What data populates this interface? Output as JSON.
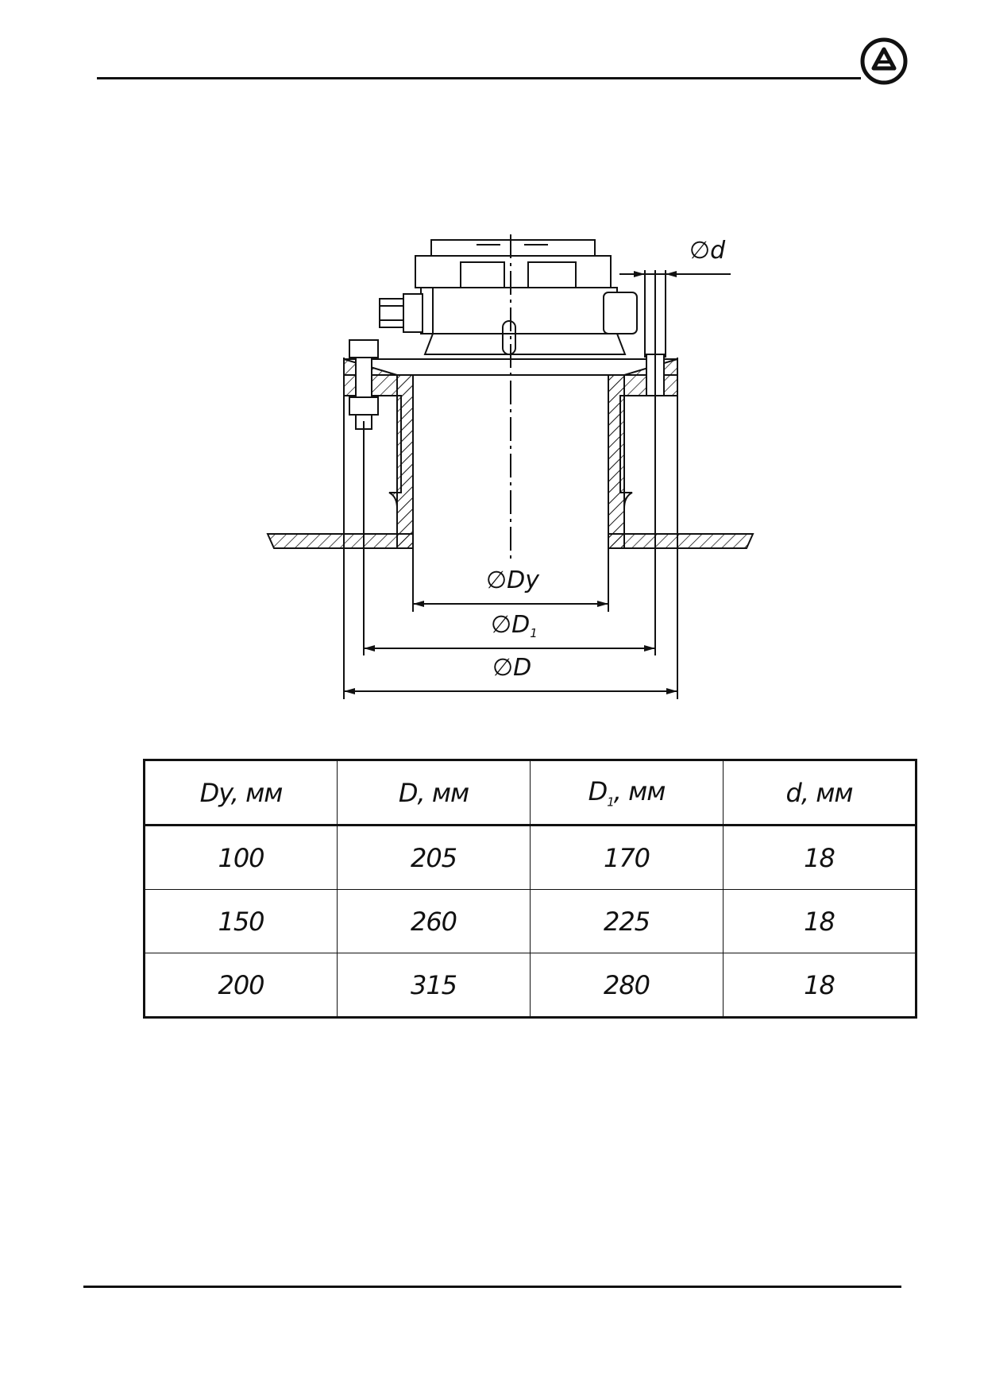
{
  "header": {
    "logo_icon": "company-logo-icon"
  },
  "drawing": {
    "labels": {
      "d": "∅d",
      "Dy": "∅Dy",
      "D1_main": "∅D",
      "D1_sub": "1",
      "D": "∅D"
    }
  },
  "table": {
    "headers": [
      {
        "main": "Dy, мм",
        "sub": ""
      },
      {
        "main": "D, мм",
        "sub": ""
      },
      {
        "main": "D",
        "sub": "1",
        "tail": ", мм"
      },
      {
        "main": "d, мм",
        "sub": ""
      }
    ],
    "rows": [
      [
        "100",
        "205",
        "170",
        "18"
      ],
      [
        "150",
        "260",
        "225",
        "18"
      ],
      [
        "200",
        "315",
        "280",
        "18"
      ]
    ]
  }
}
